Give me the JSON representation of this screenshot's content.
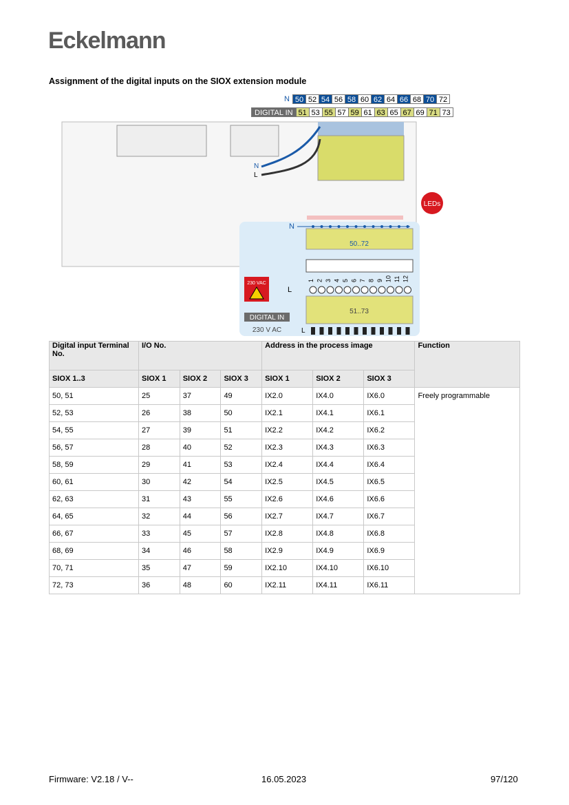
{
  "logo": "Eckelmann",
  "heading": "Assignment of the digital inputs on the SIOX extension module",
  "n_row": {
    "label": "N",
    "cells": [
      "50",
      "52",
      "54",
      "56",
      "58",
      "60",
      "62",
      "64",
      "66",
      "68",
      "70",
      "72"
    ]
  },
  "di_row": {
    "label": "DIGITAL IN",
    "cells": [
      "51",
      "53",
      "55",
      "57",
      "59",
      "61",
      "63",
      "65",
      "67",
      "69",
      "71",
      "73"
    ]
  },
  "diagram": {
    "n": "N",
    "l": "L",
    "leds": "LEDs",
    "top_block": "50..72",
    "bottom_block": "51..73",
    "warning": "230 VAC",
    "digital_in": "DIGITAL IN",
    "voltage": "230 V AC",
    "channels": [
      "1",
      "2",
      "3",
      "4",
      "5",
      "6",
      "7",
      "8",
      "9",
      "10",
      "11",
      "12"
    ],
    "l_bottom": "L"
  },
  "table": {
    "headers": {
      "terminal": "Digital input Terminal No.",
      "io": "I/O No.",
      "address": "Address in the process image",
      "function": "Function"
    },
    "subheaders": [
      "SIOX 1..3",
      "SIOX 1",
      "SIOX 2",
      "SIOX 3",
      "SIOX 1",
      "SIOX 2",
      "SIOX 3"
    ],
    "function_value": "Freely programmable",
    "rows": [
      [
        "50, 51",
        "25",
        "37",
        "49",
        "IX2.0",
        "IX4.0",
        "IX6.0"
      ],
      [
        "52, 53",
        "26",
        "38",
        "50",
        "IX2.1",
        "IX4.1",
        "IX6.1"
      ],
      [
        "54, 55",
        "27",
        "39",
        "51",
        "IX2.2",
        "IX4.2",
        "IX6.2"
      ],
      [
        "56, 57",
        "28",
        "40",
        "52",
        "IX2.3",
        "IX4.3",
        "IX6.3"
      ],
      [
        "58, 59",
        "29",
        "41",
        "53",
        "IX2.4",
        "IX4.4",
        "IX6.4"
      ],
      [
        "60, 61",
        "30",
        "42",
        "54",
        "IX2.5",
        "IX4.5",
        "IX6.5"
      ],
      [
        "62, 63",
        "31",
        "43",
        "55",
        "IX2.6",
        "IX4.6",
        "IX6.6"
      ],
      [
        "64, 65",
        "32",
        "44",
        "56",
        "IX2.7",
        "IX4.7",
        "IX6.7"
      ],
      [
        "66, 67",
        "33",
        "45",
        "57",
        "IX2.8",
        "IX4.8",
        "IX6.8"
      ],
      [
        "68, 69",
        "34",
        "46",
        "58",
        "IX2.9",
        "IX4.9",
        "IX6.9"
      ],
      [
        "70, 71",
        "35",
        "47",
        "59",
        "IX2.10",
        "IX4.10",
        "IX6.10"
      ],
      [
        "72, 73",
        "36",
        "48",
        "60",
        "IX2.11",
        "IX4.11",
        "IX6.11"
      ]
    ]
  },
  "footer": {
    "firmware": "Firmware: V2.18 / V--",
    "date": "16.05.2023",
    "page": "97/120"
  }
}
